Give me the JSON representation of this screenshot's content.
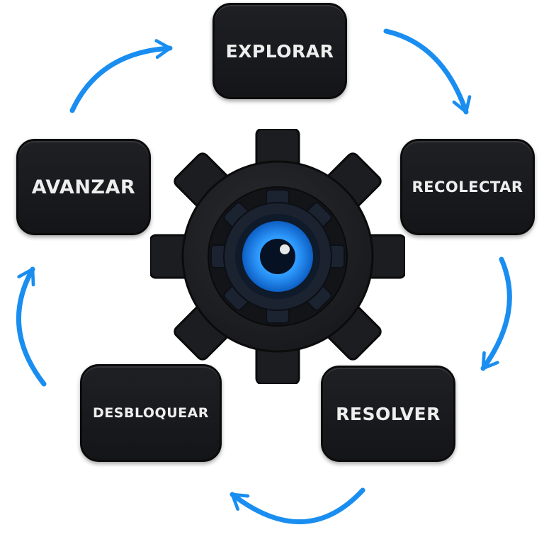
{
  "steps": {
    "explorar": "EXPLORAR",
    "recolectar": "RECOLECTAR",
    "resolver": "RESOLVER",
    "desbloquear": "DESBLOQUEAR",
    "avanzar": "AVANZAR"
  },
  "center_icon": "gear-with-eye-icon",
  "arrow_icon": "curved-arrow-icon",
  "colors": {
    "box_fill": "#1a1b1f",
    "box_text": "#eeeeee",
    "gear_fill": "#202124",
    "arrow": "#1a8ef0",
    "eye_glow": "#2f9bff",
    "background": "#ffffff"
  }
}
